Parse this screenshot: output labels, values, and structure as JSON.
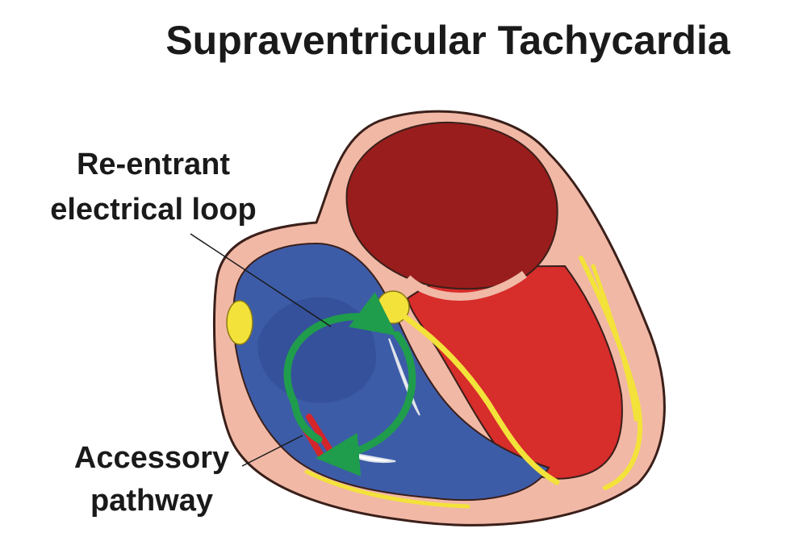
{
  "title": "Supraventricular Tachycardia",
  "labels": {
    "reentrant_line1": "Re-entrant",
    "reentrant_line2": "electrical loop",
    "accessory_line1": "Accessory",
    "accessory_line2": "pathway"
  },
  "colors": {
    "pericardium": "#f1b8a6",
    "outline": "#3a1f1a",
    "right_heart_blue": "#3d5ca8",
    "right_heart_dark": "#2f4990",
    "left_atrium_dark": "#981d1c",
    "left_ventricle_red": "#d72d2b",
    "conduction_yellow": "#f3e23a",
    "loop_green": "#1f9d4c",
    "accessory_red": "#d3252a"
  },
  "icons": {
    "reentrant_loop": "circular-arrow-icon",
    "sa_node": "node-dot-icon",
    "av_node": "node-dot-icon"
  }
}
